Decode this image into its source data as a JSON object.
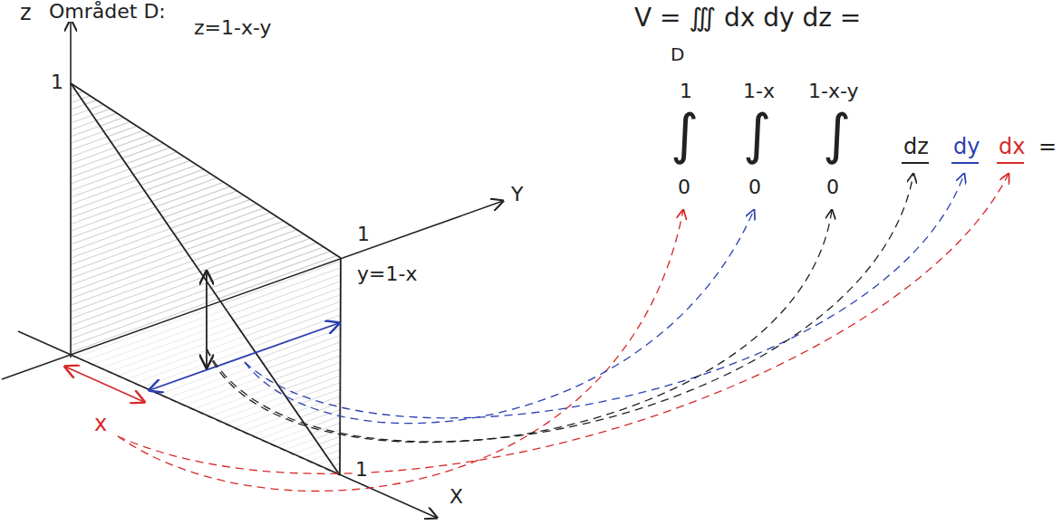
{
  "diagram": {
    "labels": [
      "z",
      "Området D:",
      "V = ∭ dx dy dz =",
      "D",
      "1",
      "z=1-x-y",
      "Y",
      "1",
      "y=1-x",
      "x",
      "1",
      "X",
      "1",
      "1-x",
      "1-x-y",
      "∫",
      "∫",
      "∫",
      "0",
      "0",
      "0",
      "dz",
      "dy",
      "dx",
      "="
    ]
  }
}
